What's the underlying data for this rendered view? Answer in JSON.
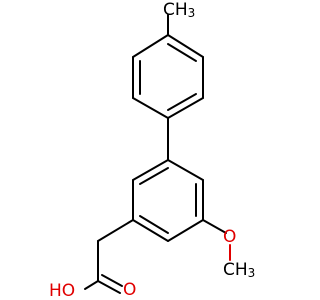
{
  "molecule": {
    "labels": {
      "methyl_top": "CH3",
      "methoxy_o": "O",
      "methoxy_ch3": "CH3",
      "carbonyl_o": "O",
      "hydroxyl": "HO"
    },
    "colors": {
      "bond": "#000000",
      "oxygen": "#e00000",
      "carbon_text": "#000000",
      "background": "#ffffff"
    }
  }
}
